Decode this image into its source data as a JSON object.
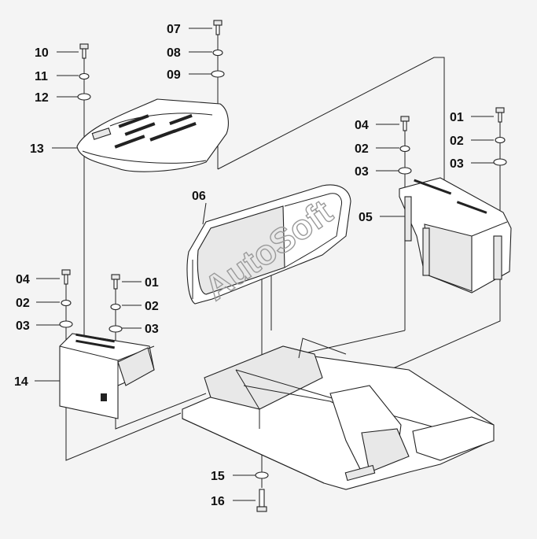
{
  "watermark": "AutoSoft",
  "callouts": [
    {
      "id": "c07a",
      "text": "07"
    },
    {
      "id": "c08a",
      "text": "08"
    },
    {
      "id": "c09a",
      "text": "09"
    },
    {
      "id": "c10",
      "text": "10"
    },
    {
      "id": "c11",
      "text": "11"
    },
    {
      "id": "c12",
      "text": "12"
    },
    {
      "id": "c13",
      "text": "13"
    },
    {
      "id": "c06",
      "text": "06"
    },
    {
      "id": "c04a",
      "text": "04"
    },
    {
      "id": "c02a",
      "text": "02"
    },
    {
      "id": "c03a",
      "text": "03"
    },
    {
      "id": "c05",
      "text": "05"
    },
    {
      "id": "c01b",
      "text": "01"
    },
    {
      "id": "c02b",
      "text": "02"
    },
    {
      "id": "c03b",
      "text": "03"
    },
    {
      "id": "c04c",
      "text": "04"
    },
    {
      "id": "c02c",
      "text": "02"
    },
    {
      "id": "c03c",
      "text": "03"
    },
    {
      "id": "c01d",
      "text": "01"
    },
    {
      "id": "c02d",
      "text": "02"
    },
    {
      "id": "c03d",
      "text": "03"
    },
    {
      "id": "c14",
      "text": "14"
    },
    {
      "id": "c15",
      "text": "15"
    },
    {
      "id": "c16",
      "text": "16"
    }
  ]
}
